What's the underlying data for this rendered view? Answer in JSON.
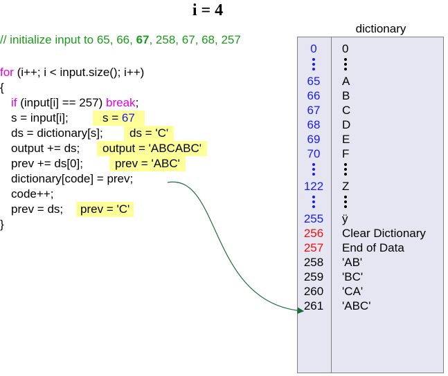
{
  "title": "i = 4",
  "comment": {
    "prefix": "// initialize input to 65, 66, ",
    "bold": "67",
    "suffix": ", 258, 67, 68, 257"
  },
  "code": {
    "for_kw": "for",
    "for_rest": " (i++; i < input.size(); i++)",
    "open_brace": "{",
    "if_kw": "if",
    "if_mid": " (input[i] == 257) ",
    "break_kw": "break",
    "if_end": ";",
    "s_stmt": "s = input[i];",
    "s_note_prefix": "s = ",
    "s_note_value": "67",
    "ds_stmt": "ds = dictionary[s];",
    "ds_note": "ds = 'C'",
    "output_stmt": "output += ds;",
    "output_note": "output = 'ABCABC'",
    "prev_add_stmt": "prev += ds[0];",
    "prev_add_note": "prev = 'ABC'",
    "dict_assign_stmt": "dictionary[code] = prev;",
    "code_inc_stmt": "code++;",
    "prev_set_stmt": "prev = ds;",
    "prev_set_note": "prev = 'C'",
    "close_brace": "}"
  },
  "dictionary": {
    "title": "dictionary",
    "rows": [
      {
        "code": "0",
        "value": "0",
        "code_color": "#1a1aee"
      },
      {
        "code": "65",
        "value": "A",
        "code_color": "#1a1aee"
      },
      {
        "code": "66",
        "value": "B",
        "code_color": "#1a1aee"
      },
      {
        "code": "67",
        "value": "C",
        "code_color": "#1a1aee"
      },
      {
        "code": "68",
        "value": "D",
        "code_color": "#1a1aee"
      },
      {
        "code": "69",
        "value": "E",
        "code_color": "#1a1aee"
      },
      {
        "code": "70",
        "value": "F",
        "code_color": "#1a1aee"
      },
      {
        "code": "122",
        "value": "Z",
        "code_color": "#1a1aee"
      },
      {
        "code": "255",
        "value": "ÿ",
        "code_color": "#1a1aee"
      },
      {
        "code": "256",
        "value": "Clear Dictionary",
        "code_color": "#ee1111"
      },
      {
        "code": "257",
        "value": "End of Data",
        "code_color": "#ee1111"
      },
      {
        "code": "258",
        "value": "'AB'",
        "code_color": "#000000"
      },
      {
        "code": "259",
        "value": "'BC'",
        "code_color": "#000000"
      },
      {
        "code": "260",
        "value": "'CA'",
        "code_color": "#000000"
      },
      {
        "code": "261",
        "value": "'ABC'",
        "code_color": "#000000"
      }
    ]
  },
  "colors": {
    "arrow": "#1e6b3a",
    "highlight": "#ffff99",
    "dict_bg": "#e6e6f3"
  }
}
